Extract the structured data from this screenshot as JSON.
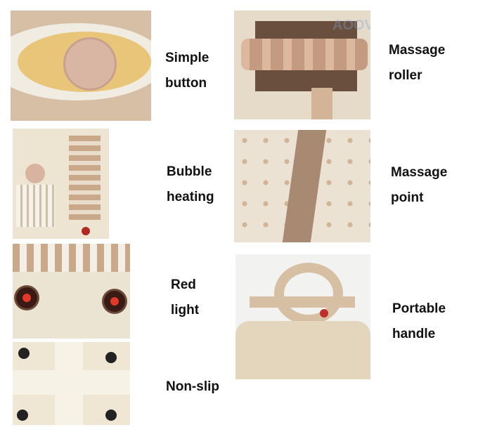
{
  "features": [
    {
      "line1": "Simple",
      "line2": "button"
    },
    {
      "line1": "Bubble",
      "line2": "heating"
    },
    {
      "line1": "Red",
      "line2": "light"
    },
    {
      "line1": "Non-slip",
      "line2": ""
    },
    {
      "line1": "Massage",
      "line2": "roller"
    },
    {
      "line1": "Massage",
      "line2": "point"
    },
    {
      "line1": "Portable",
      "line2": "handle"
    }
  ],
  "watermark": "AOOVO",
  "colors": {
    "beige": "#d8c2a8",
    "panel": "#e8c87a",
    "cream": "#ece6d6",
    "red": "#c0302a"
  }
}
